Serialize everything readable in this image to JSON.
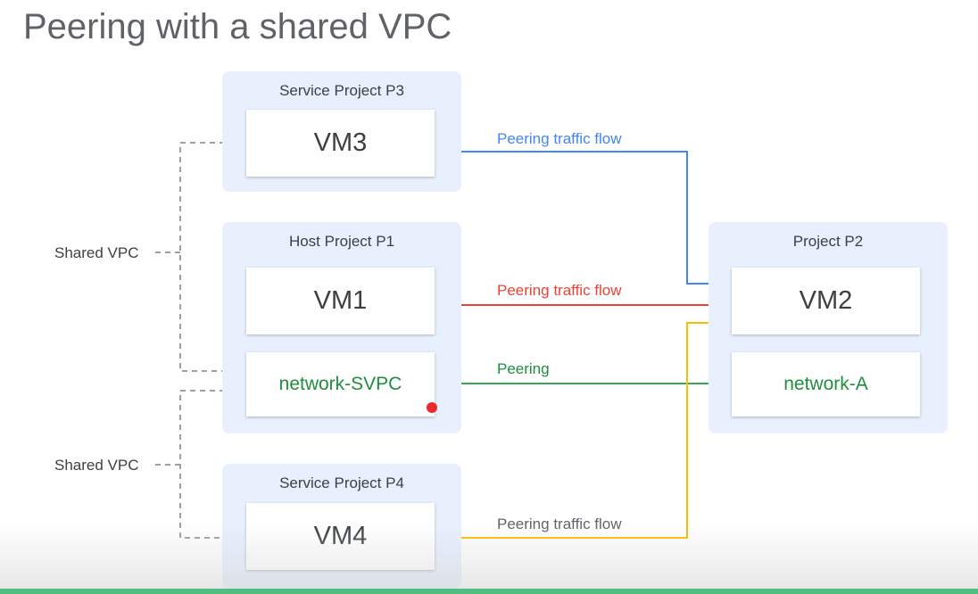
{
  "title": "Peering with a shared VPC",
  "projects": {
    "p3": {
      "label": "Service Project P3",
      "vm": "VM3"
    },
    "p1": {
      "label": "Host Project P1",
      "vm": "VM1",
      "network": "network-SVPC"
    },
    "p4": {
      "label": "Service Project P4",
      "vm": "VM4"
    },
    "p2": {
      "label": "Project P2",
      "vm": "VM2",
      "network": "network-A"
    }
  },
  "shared_vpc_labels": [
    "Shared VPC",
    "Shared VPC"
  ],
  "flows": [
    {
      "label": "Peering traffic flow",
      "color": "#4285f4"
    },
    {
      "label": "Peering traffic flow",
      "color": "#ea4335"
    },
    {
      "label": "Peering",
      "color": "#34a853"
    },
    {
      "label": "Peering traffic flow",
      "color": "#fbbc04"
    }
  ],
  "colors": {
    "project_bg": "#e8f0fe",
    "network_text": "#1e8e3e",
    "dashed_line": "#9aa0a6",
    "recording_marker": "#ea2a2a"
  }
}
